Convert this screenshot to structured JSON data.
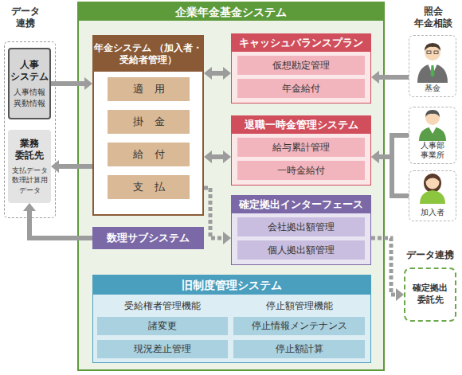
{
  "diagram": {
    "nodes": [
      {
        "text": [
          "データ 連携"
        ]
      },
      {
        "text": [
          "人事 システム",
          "人事情報 異動情報"
        ],
        "in": 0
      },
      {
        "text": [
          "業務 委託先",
          "支払データ 数理計算用データ"
        ],
        "in": 0
      },
      {
        "text": [
          "企業年金基金システム"
        ]
      },
      {
        "text": [
          "年金システム （加入者・受給者管理）"
        ],
        "in": 3
      },
      {
        "text": [
          "適用"
        ],
        "in": 4
      },
      {
        "text": [
          "掛金"
        ],
        "in": 4
      },
      {
        "text": [
          "給付"
        ],
        "in": 4
      },
      {
        "text": [
          "支払"
        ],
        "in": 4
      },
      {
        "text": [
          "キャッシュバランスプラン"
        ],
        "in": 3
      },
      {
        "text": [
          "仮想勘定管理"
        ],
        "in": 9
      },
      {
        "text": [
          "年金給付"
        ],
        "in": 9
      },
      {
        "text": [
          "退職一時金管理システム"
        ],
        "in": 3
      },
      {
        "text": [
          "給与累計管理"
        ],
        "in": 12
      },
      {
        "text": [
          "一時金給付"
        ],
        "in": 12
      },
      {
        "text": [
          "確定拠出インターフェース"
        ],
        "in": 3
      },
      {
        "text": [
          "会社拠出額管理"
        ],
        "in": 15
      },
      {
        "text": [
          "個人拠出額管理"
        ],
        "in": 15
      },
      {
        "text": [
          "数理サブシステム"
        ],
        "in": 3
      },
      {
        "text": [
          "旧制度管理システム",
          "受給権者管理機能",
          "停止額管理機能"
        ],
        "in": 3
      },
      {
        "text": [
          "諸変更"
        ],
        "in": 19
      },
      {
        "text": [
          "停止情報メンテナンス"
        ],
        "in": 19
      },
      {
        "text": [
          "現況差止管理"
        ],
        "in": 19
      },
      {
        "text": [
          "停止額計算"
        ],
        "in": 19
      },
      {
        "text": [
          "基金"
        ]
      },
      {
        "text": [
          "人事部 事業所"
        ]
      },
      {
        "text": [
          "加入者"
        ]
      },
      {
        "text": [
          "データ連携",
          "確定拠出 委託先"
        ]
      }
    ],
    "edges": [
      {
        "from": 1,
        "to": 4,
        "arrow": "to"
      },
      {
        "from": 4,
        "to": 2,
        "arrow": "to"
      },
      {
        "from": 18,
        "to": 2,
        "arrow": "to"
      },
      {
        "from": 4,
        "to": 9,
        "arrow": "both"
      },
      {
        "from": 4,
        "to": 12,
        "arrow": "both"
      },
      {
        "from": 4,
        "to": 15,
        "arrow": "to"
      },
      {
        "from": 15,
        "to": 27,
        "arrow": "to"
      },
      {
        "from": 24,
        "to": 9,
        "arrow": "to"
      },
      {
        "from": 25,
        "to": 12,
        "arrow": "to"
      },
      {
        "from": 26,
        "to": 12,
        "arrow": "to"
      }
    ],
    "labels": [
      "照会 年金相談"
    ]
  }
}
